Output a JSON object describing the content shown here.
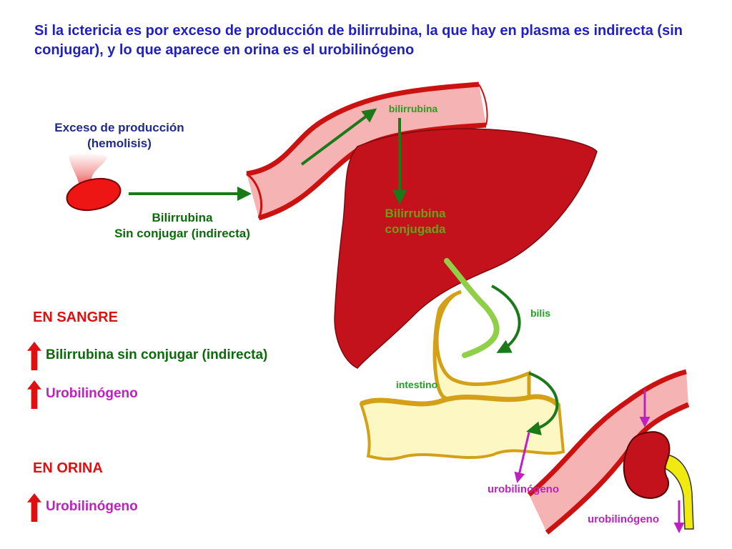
{
  "title": "Si la ictericia es por exceso de producción de bilirrubina, la que hay en plasma es indirecta (sin conjugar), y lo que aparece en orina es el urobilinógeno",
  "labels": {
    "exceso_line1": "Exceso de producción",
    "exceso_line2": "(hemolisis)",
    "bilirrubina_top": "bilirrubina",
    "sin_conjugar_line1": "Bilirrubina",
    "sin_conjugar_line2": "Sin conjugar (indirecta)",
    "conjugada_line1": "Bilirrubina",
    "conjugada_line2": "conjugada",
    "bilis": "bilis",
    "intestino": "intestino",
    "urobilinogeno_vessel": "urobilinógeno",
    "urobilinogeno_urine": "urobilinógeno"
  },
  "sangre": {
    "heading": "EN SANGRE",
    "items": [
      "Bilirrubina sin conjugar (indirecta)",
      "Urobilinógeno"
    ]
  },
  "orina": {
    "heading": "EN ORINA",
    "items": [
      "Urobilinógeno"
    ]
  },
  "colors": {
    "title": "#1f1fc4",
    "liver": "#c4121c",
    "vessel_wall": "#cc1111",
    "vessel_fill": "#f5b3b3",
    "intestine_wall": "#d4a017",
    "intestine_fill": "#fdf7c4",
    "arrow_green": "#1a7a1a",
    "arrow_purple": "#c020c0",
    "bile_duct": "#8fd048",
    "ureter": "#f0ea10"
  }
}
